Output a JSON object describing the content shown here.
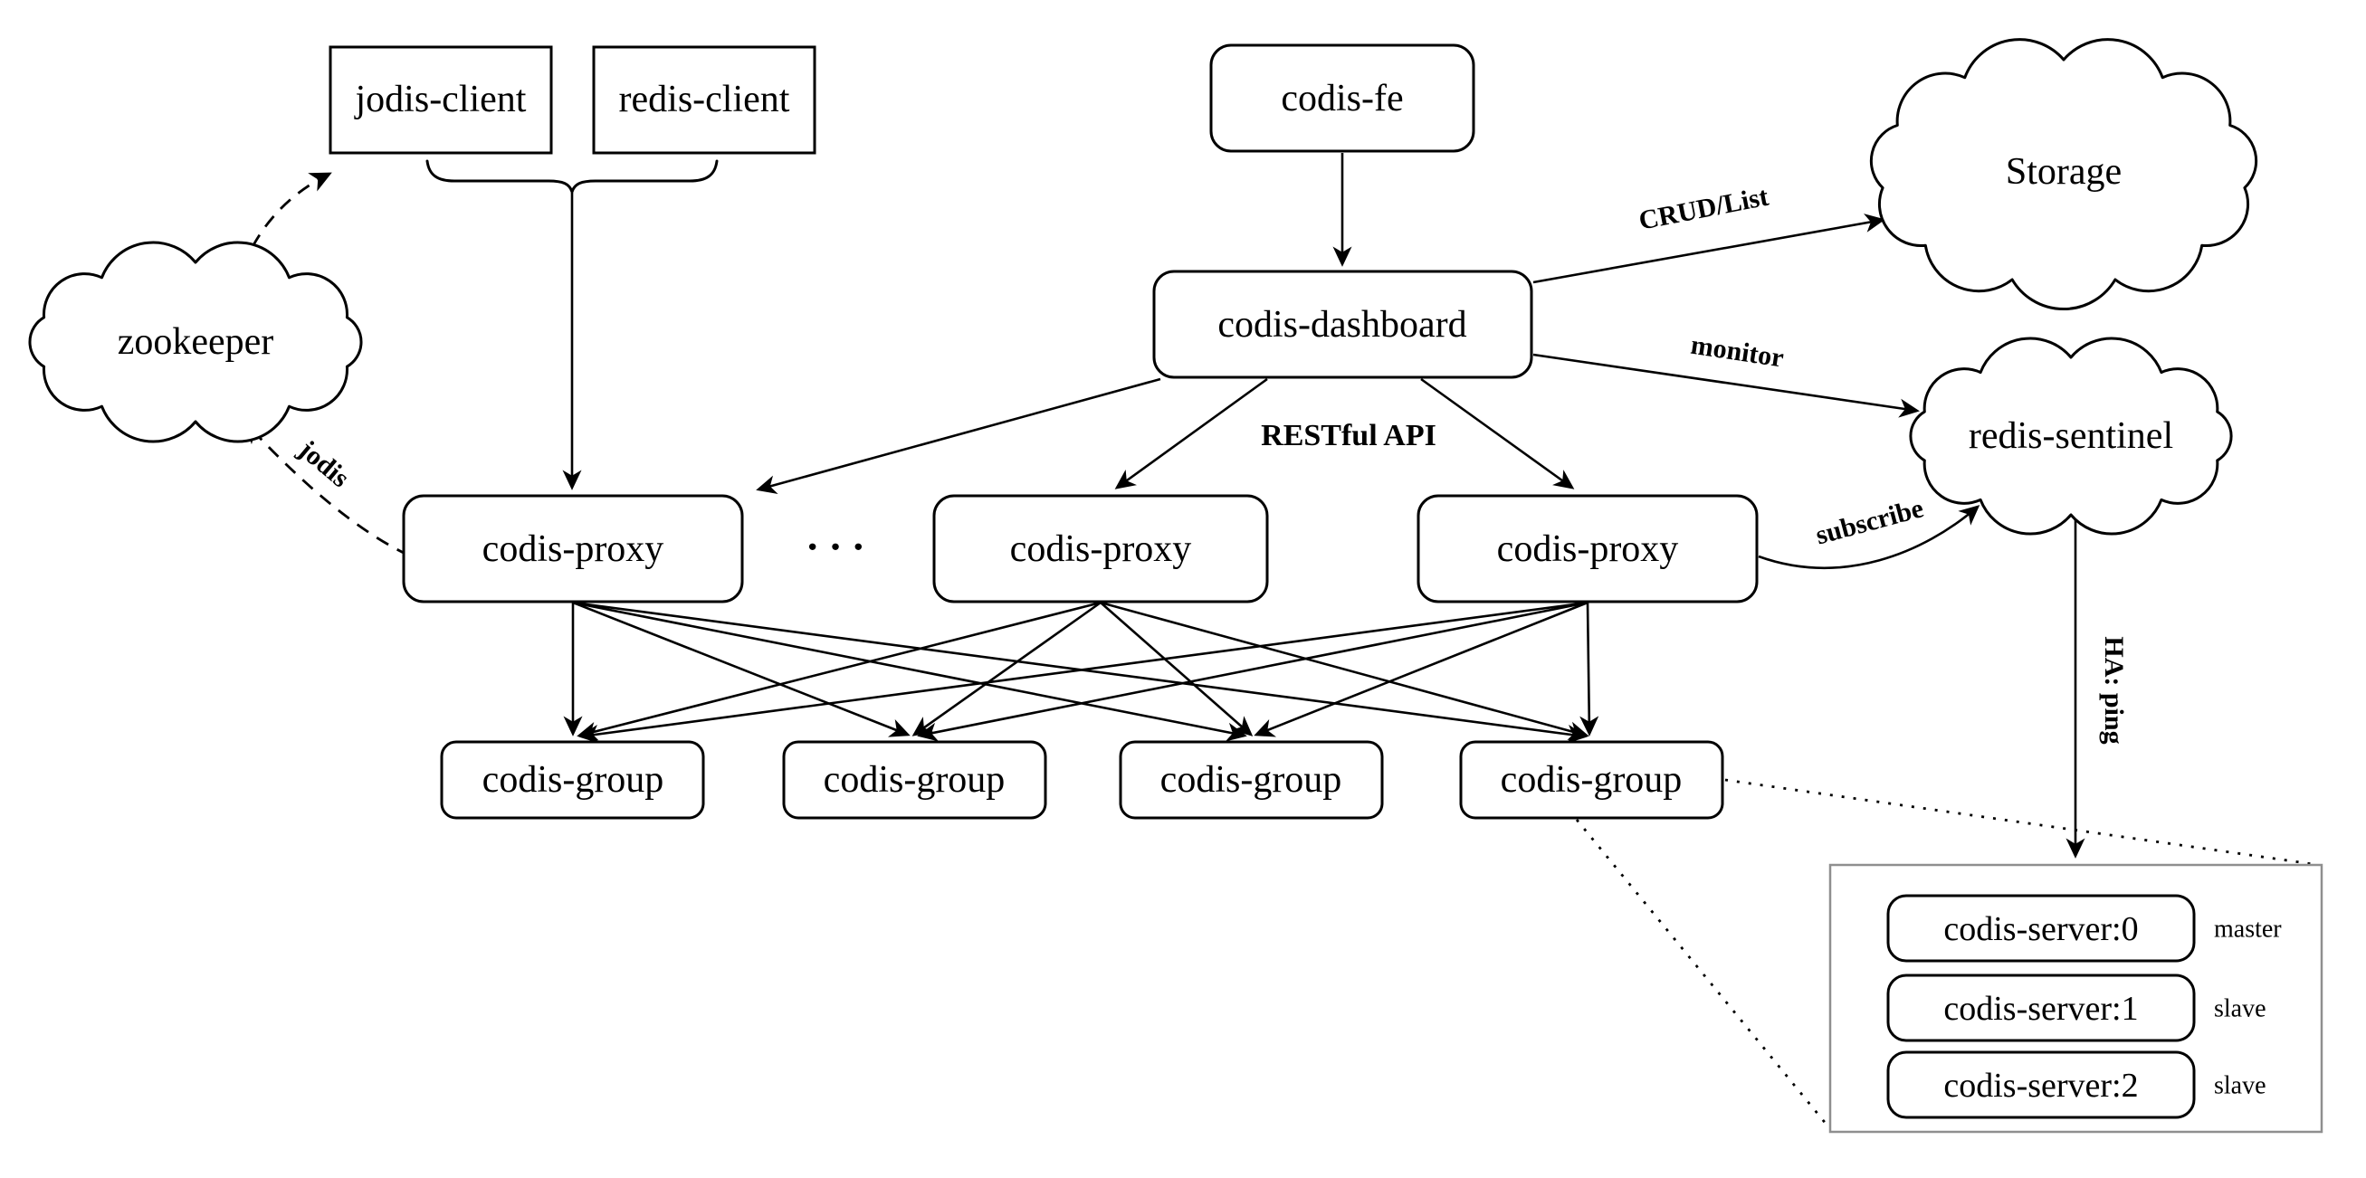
{
  "nodes": {
    "jodis_client": "jodis-client",
    "redis_client": "redis-client",
    "codis_fe": "codis-fe",
    "codis_dashboard": "codis-dashboard",
    "zookeeper": "zookeeper",
    "storage": "Storage",
    "redis_sentinel": "redis-sentinel",
    "codis_proxy_1": "codis-proxy",
    "codis_proxy_2": "codis-proxy",
    "codis_proxy_3": "codis-proxy",
    "proxy_ellipsis": "···",
    "codis_group_1": "codis-group",
    "codis_group_2": "codis-group",
    "codis_group_3": "codis-group",
    "codis_group_4": "codis-group",
    "codis_server_0": "codis-server:0",
    "codis_server_1": "codis-server:1",
    "codis_server_2": "codis-server:2"
  },
  "edge_labels": {
    "crud_list": "CRUD/List",
    "monitor": "monitor",
    "restful_api": "RESTful API",
    "subscribe": "subscribe",
    "jodis": "jodis",
    "ha_ping": "HA: ping"
  },
  "role_labels": {
    "server_0": "master",
    "server_1": "slave",
    "server_2": "slave"
  },
  "colors": {
    "stroke": "#000000",
    "background": "#ffffff",
    "container_border": "#8f8f8f",
    "text": "#000000"
  }
}
